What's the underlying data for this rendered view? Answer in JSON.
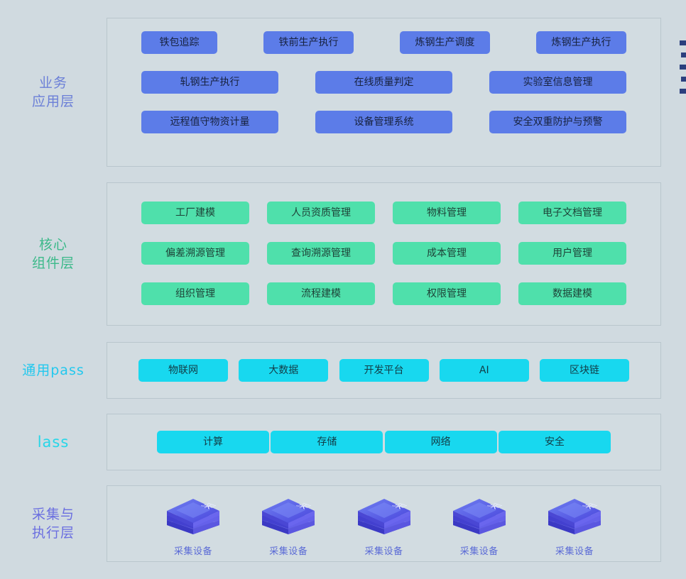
{
  "theme": {
    "background": "#d0dae0",
    "panel_border": "#b9c6cd",
    "business_chip": "#5c7ce8",
    "core_chip": "#4fe0ab",
    "platform_chip": "#18d8ef",
    "device_blue": "#5b57e0",
    "business_label_color": "#6b7fd7",
    "core_label_color": "#3cb98a",
    "paas_label_color": "#22c8ee",
    "iaas_label_color": "#27d6e8",
    "device_label_color": "#6b6fe0"
  },
  "layers": [
    {
      "id": "business",
      "label": "业务\n应用层",
      "rows": [
        [
          "铁包追踪",
          "铁前生产执行",
          "炼钢生产调度",
          "炼钢生产执行"
        ],
        [
          "轧钢生产执行",
          "在线质量判定",
          "实验室信息管理"
        ],
        [
          "远程值守物资计量",
          "设备管理系统",
          "安全双重防护与预警"
        ]
      ]
    },
    {
      "id": "core",
      "label": "核心\n组件层",
      "rows": [
        [
          "工厂建模",
          "人员资质管理",
          "物料管理",
          "电子文档管理"
        ],
        [
          "偏差溯源管理",
          "查询溯源管理",
          "成本管理",
          "用户管理"
        ],
        [
          "组织管理",
          "流程建模",
          "权限管理",
          "数据建模"
        ]
      ]
    },
    {
      "id": "paas",
      "label": "通用pass",
      "rows": [
        [
          "物联网",
          "大数据",
          "开发平台",
          "AI",
          "区块链"
        ]
      ]
    },
    {
      "id": "iaas",
      "label": "lass",
      "rows": [
        [
          "计算",
          "存储",
          "网络",
          "安全"
        ]
      ]
    },
    {
      "id": "devices",
      "label": "采集与\n执行层",
      "devices": [
        "采集设备",
        "采集设备",
        "采集设备",
        "采集设备",
        "采集设备"
      ],
      "device_glyph": "采"
    }
  ],
  "edge_markers": {
    "count": 5,
    "color": "#2b3f7e"
  }
}
